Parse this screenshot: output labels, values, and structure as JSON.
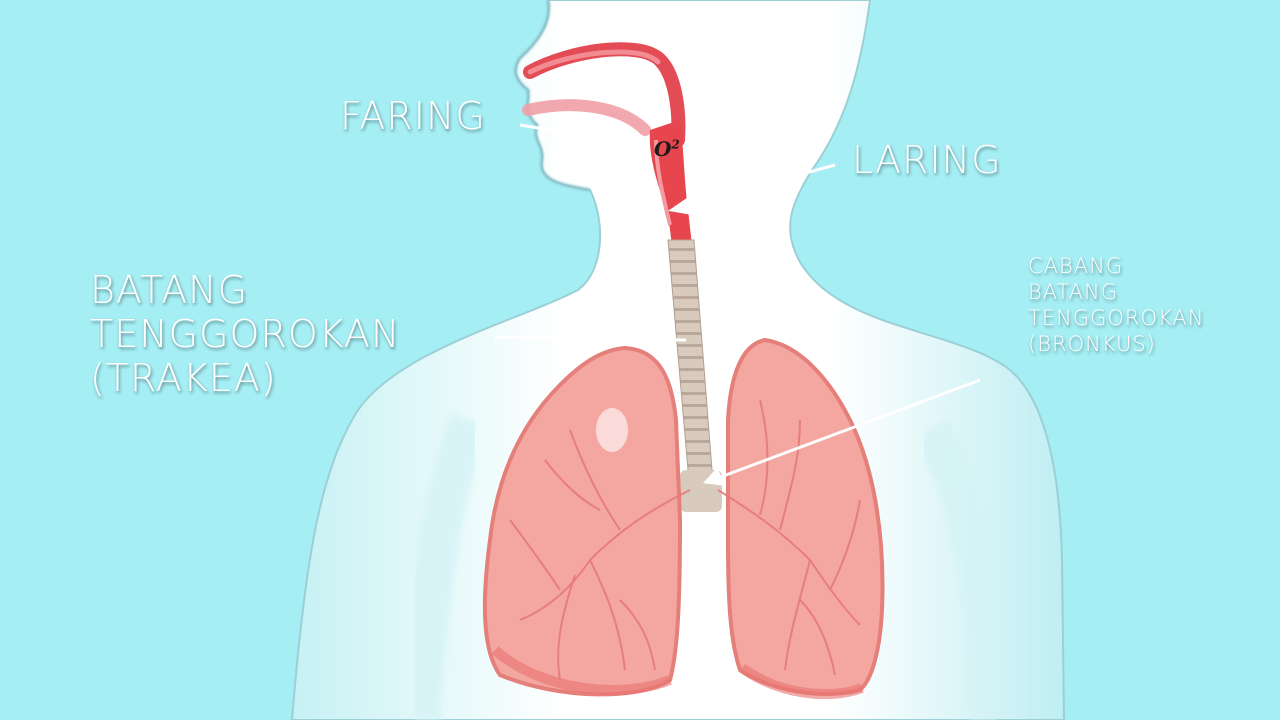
{
  "labels": {
    "faring": "FARING",
    "laring": "LARING",
    "trakea_lines": [
      "BATANG",
      "TENGGOROKAN",
      "(TRAKEA)"
    ],
    "bronkus_lines": [
      "CABANG",
      "BATANG",
      "TENGGOROKAN",
      "(BRONKUS)"
    ],
    "o2_base": "O",
    "o2_exp": "2"
  },
  "colors": {
    "background": "#a4eef4",
    "body_outline": "#9ccfd6",
    "body_fill": "#ffffff",
    "lung_fill": "#f4a6a0",
    "lung_edge": "#e57f7a",
    "airway_red": "#e8464e",
    "trachea": "#d3c4b6",
    "label_text": "#ffffff"
  }
}
